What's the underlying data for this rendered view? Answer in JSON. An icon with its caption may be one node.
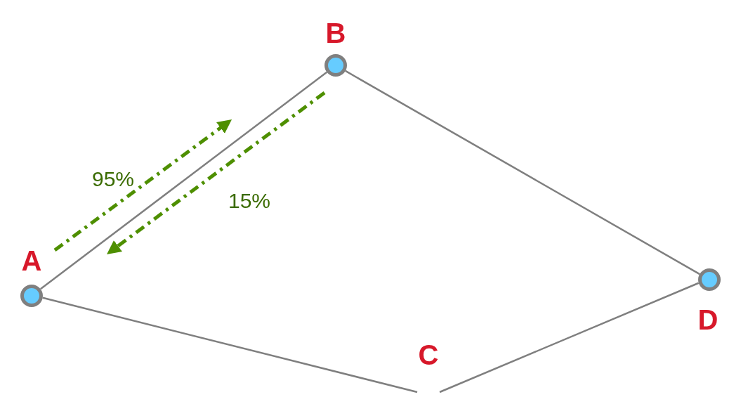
{
  "diagram": {
    "nodes": [
      {
        "text": [
          "A"
        ]
      },
      {
        "text": [
          "B"
        ]
      },
      {
        "text": [
          "C"
        ]
      },
      {
        "text": [
          "D"
        ]
      }
    ],
    "edges": [
      {
        "from": 0,
        "to": 1,
        "arrow": "none"
      },
      {
        "from": 1,
        "to": 3,
        "arrow": "none"
      },
      {
        "from": 3,
        "to": 2,
        "arrow": "none"
      },
      {
        "from": 0,
        "to": 2,
        "arrow": "none"
      }
    ],
    "labels": [
      "95%",
      "15%"
    ]
  }
}
